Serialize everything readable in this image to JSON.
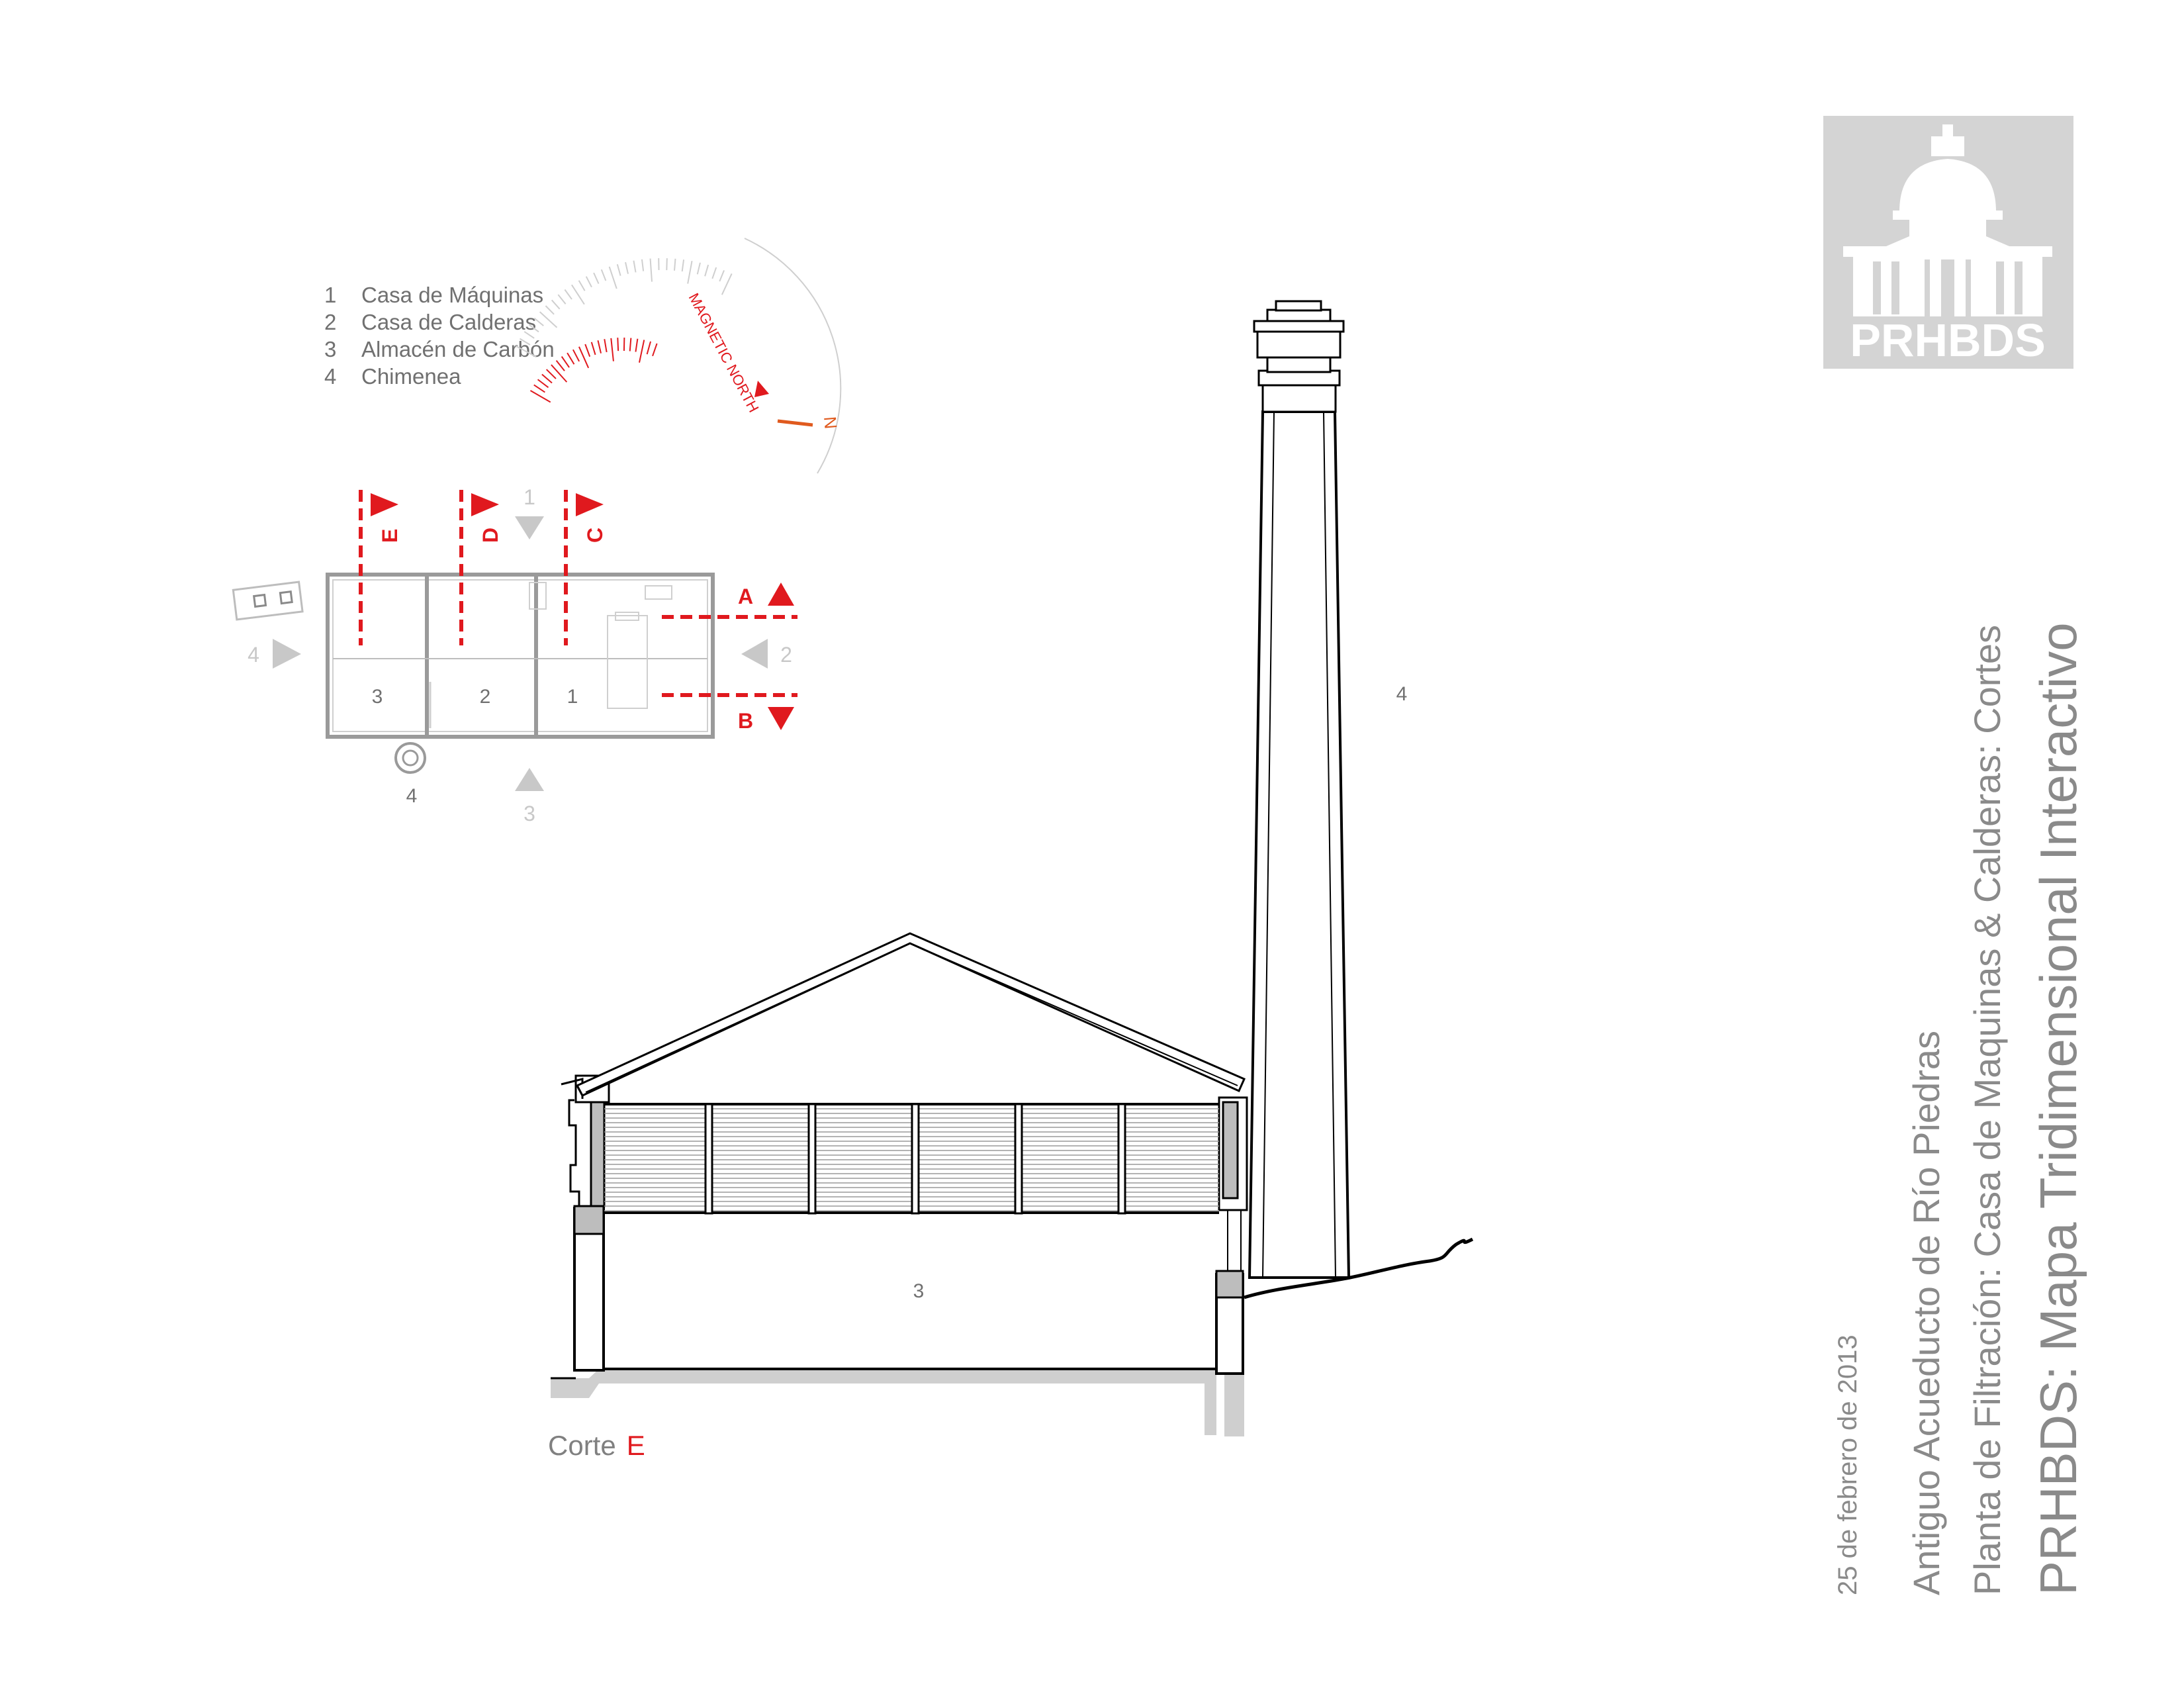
{
  "legend": {
    "items": [
      {
        "num": "1",
        "label": "Casa de Máquinas"
      },
      {
        "num": "2",
        "label": "Casa de Calderas"
      },
      {
        "num": "3",
        "label": "Almacén de Carbón"
      },
      {
        "num": "4",
        "label": "Chimenea"
      }
    ]
  },
  "compass": {
    "magnetic_label": "MAGNETIC NORTH",
    "north_label": "N"
  },
  "keyplan": {
    "sections": [
      "E",
      "D",
      "C",
      "A",
      "B"
    ],
    "room_labels": [
      "3",
      "2",
      "1"
    ],
    "chimney_label": "4",
    "view_arrows": [
      "1",
      "2",
      "3",
      "4"
    ]
  },
  "section": {
    "room_label": "3",
    "chimney_label": "4",
    "caption_prefix": "Corte",
    "caption_letter": "E"
  },
  "titles": {
    "date": "25 de febrero de 2013",
    "line1": "Antiguo Acueducto de Río Piedras",
    "line2": "Planta de Filtración: Casa de Maquinas & Calderas: Cortes",
    "line3": "PRHBDS: Mapa Tridimensional Interactivo"
  },
  "logo": {
    "text": "PRHBDS"
  },
  "colors": {
    "accent": "#e0191e",
    "gray": "#bdbdbd",
    "logo_bg": "#d4d4d4"
  }
}
